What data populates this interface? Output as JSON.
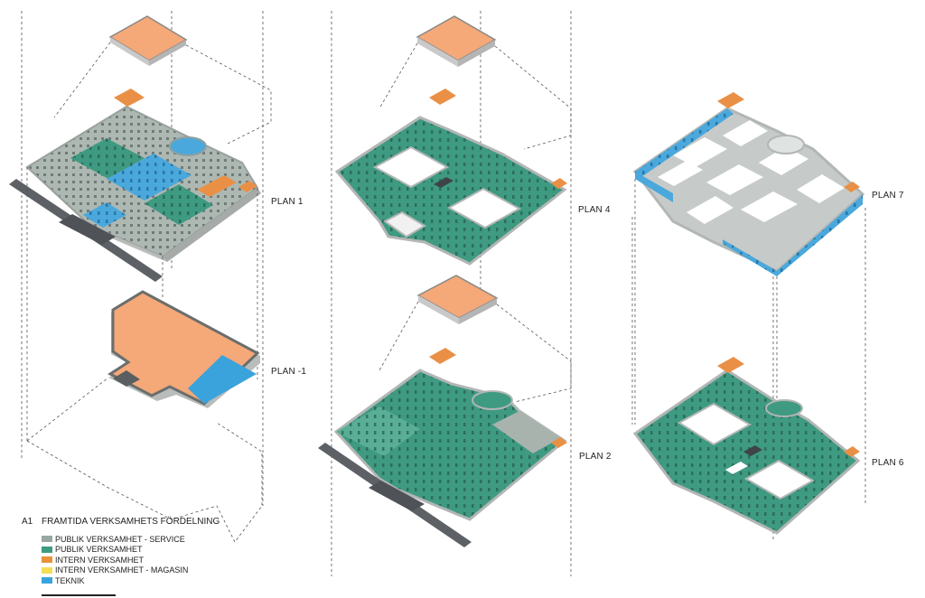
{
  "plans": [
    {
      "id": "plan1",
      "label": "PLAN 1"
    },
    {
      "id": "planm1",
      "label": "PLAN -1"
    },
    {
      "id": "plan4",
      "label": "PLAN 4"
    },
    {
      "id": "plan2",
      "label": "PLAN 2"
    },
    {
      "id": "plan7",
      "label": "PLAN 7"
    },
    {
      "id": "plan6",
      "label": "PLAN 6"
    }
  ],
  "legend": {
    "code": "A1",
    "title": "FRAMTIDA VERKSAMHETS FÖRDELNING",
    "items": [
      {
        "label": "PUBLIK VERKSAMHET - SERVICE",
        "color": "#97a8a0"
      },
      {
        "label": "PUBLIK VERKSAMHET",
        "color": "#3f9a82"
      },
      {
        "label": "INTERN VERKSAMHET",
        "color": "#e7923c"
      },
      {
        "label": "INTERN VERKSAMHET - MAGASIN",
        "color": "#f3de56"
      },
      {
        "label": "TEKNIK",
        "color": "#3ba3dc"
      }
    ]
  }
}
